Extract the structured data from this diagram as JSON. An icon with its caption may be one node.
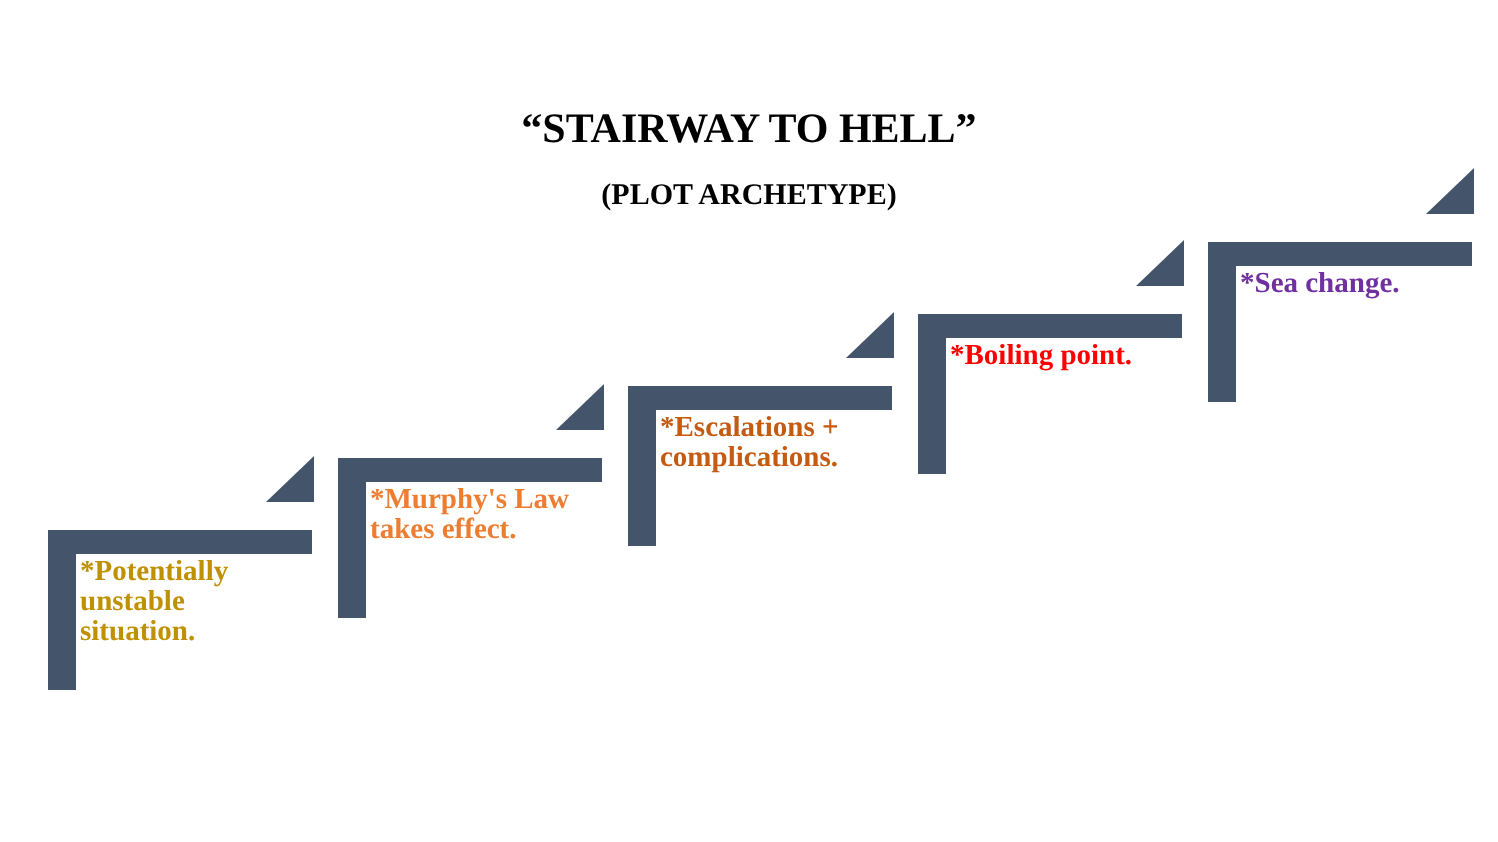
{
  "diagram": {
    "title": "“STAIRWAY TO HELL”",
    "nodes": [
      {
        "text": [
          "*Potentially unstable situation."
        ]
      },
      {
        "text": [
          "*Murphy's Law takes effect."
        ]
      },
      {
        "text": [
          "*Escalations + complications."
        ]
      },
      {
        "text": [
          "*Boiling point."
        ]
      },
      {
        "text": [
          "*Sea change."
        ]
      }
    ],
    "labels": [
      "(PLOT ARCHETYPE)"
    ]
  }
}
